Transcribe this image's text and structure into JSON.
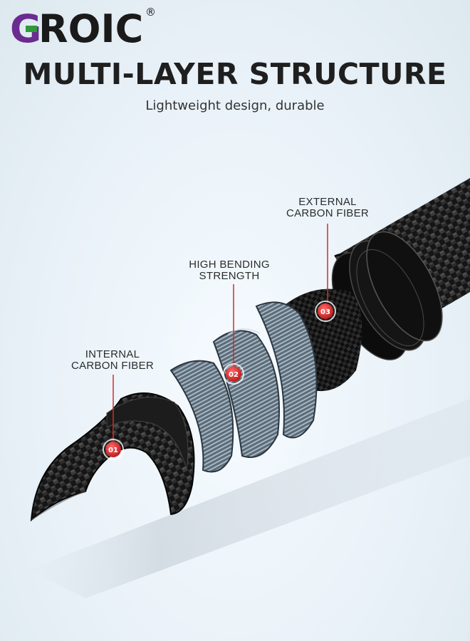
{
  "brand": {
    "name": "GROIC",
    "registered_mark": "®",
    "colors": {
      "purple": "#6a2c8e",
      "green": "#2e9a3c",
      "black": "#1a1a1a"
    }
  },
  "headline": "MULTI-LAYER STRUCTURE",
  "subheadline": "Lightweight design, durable",
  "layers": [
    {
      "number": "01",
      "label_line1": "INTERNAL",
      "label_line2": "CARBON FIBER"
    },
    {
      "number": "02",
      "label_line1": "HIGH BENDING",
      "label_line2": "STRENGTH"
    },
    {
      "number": "03",
      "label_line1": "EXTERNAL",
      "label_line2": "CARBON FIBER"
    }
  ],
  "accent_color": "#d42a2a"
}
